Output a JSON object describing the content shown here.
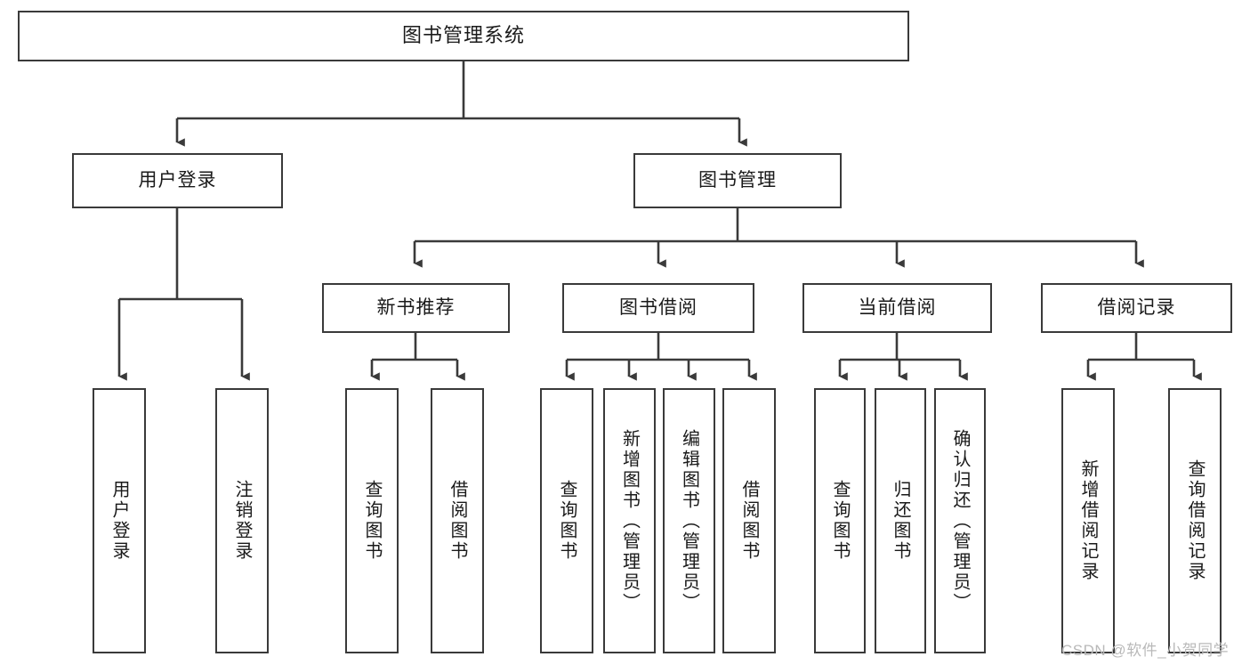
{
  "diagram": {
    "type": "hierarchy-tree",
    "title": "图书管理系统",
    "watermark": "CSDN @软件_小贺同学",
    "colors": {
      "stroke": "#3a3a3a",
      "fill": "#ffffff",
      "text": "#1a1a1a",
      "watermark": "#b9b9b9"
    },
    "nodes": {
      "root": {
        "label": "图书管理系统"
      },
      "level2": [
        {
          "label": "用户登录"
        },
        {
          "label": "图书管理"
        }
      ],
      "level3": [
        {
          "label": "新书推荐"
        },
        {
          "label": "图书借阅"
        },
        {
          "label": "当前借阅"
        },
        {
          "label": "借阅记录"
        }
      ],
      "leaves_user_login": [
        {
          "label": "用户登录"
        },
        {
          "label": "注销登录"
        }
      ],
      "leaves_new_books": [
        {
          "label": "查询图书"
        },
        {
          "label": "借阅图书"
        }
      ],
      "leaves_borrow": [
        {
          "label": "查询图书"
        },
        {
          "label": "新增图书（管理员）"
        },
        {
          "label": "编辑图书（管理员）"
        },
        {
          "label": "借阅图书"
        }
      ],
      "leaves_current": [
        {
          "label": "查询图书"
        },
        {
          "label": "归还图书"
        },
        {
          "label": "确认归还（管理员）"
        }
      ],
      "leaves_records": [
        {
          "label": "新增借阅记录"
        },
        {
          "label": "查询借阅记录"
        }
      ]
    }
  }
}
